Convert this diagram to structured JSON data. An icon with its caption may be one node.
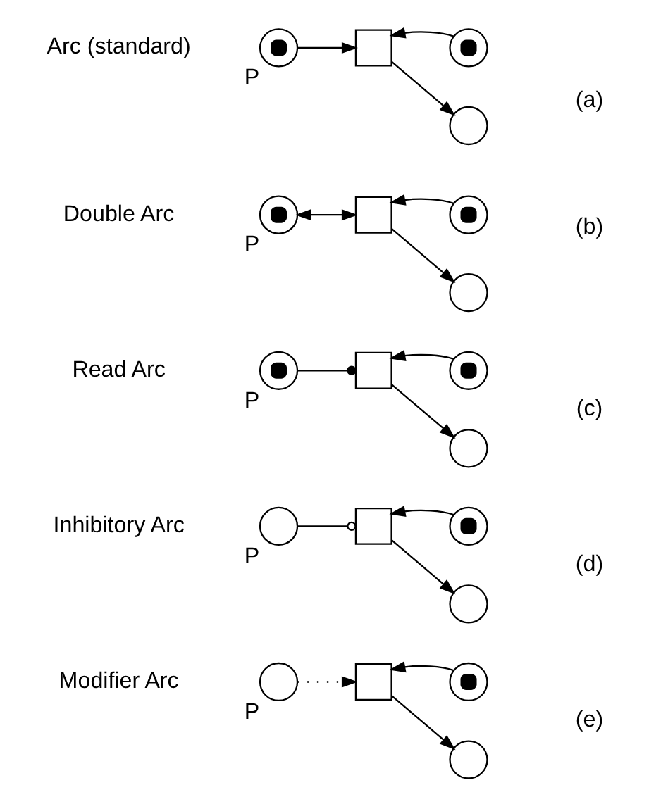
{
  "diagram": {
    "nodes": [
      {
        "text": [],
        "shape": "marked-circle",
        "beside": [
          "P"
        ]
      },
      {
        "text": [],
        "shape": "box"
      },
      {
        "text": [],
        "shape": "marked-circle"
      },
      {
        "text": [],
        "shape": "circle"
      },
      {
        "text": [],
        "shape": "marked-circle",
        "beside": [
          "P"
        ]
      },
      {
        "text": [],
        "shape": "box"
      },
      {
        "text": [],
        "shape": "marked-circle"
      },
      {
        "text": [],
        "shape": "circle"
      },
      {
        "text": [],
        "shape": "marked-circle",
        "beside": [
          "P"
        ]
      },
      {
        "text": [],
        "shape": "box"
      },
      {
        "text": [],
        "shape": "marked-circle"
      },
      {
        "text": [],
        "shape": "circle"
      },
      {
        "text": [],
        "shape": "circle",
        "beside": [
          "P"
        ]
      },
      {
        "text": [],
        "shape": "box"
      },
      {
        "text": [],
        "shape": "marked-circle"
      },
      {
        "text": [],
        "shape": "circle"
      },
      {
        "text": [],
        "shape": "circle",
        "beside": [
          "P"
        ]
      },
      {
        "text": [],
        "shape": "box"
      },
      {
        "text": [],
        "shape": "marked-circle"
      },
      {
        "text": [],
        "shape": "circle"
      }
    ],
    "edges": [
      {
        "from": 0,
        "to": 1,
        "arrow": "to"
      },
      {
        "from": 2,
        "to": 1,
        "arrow": "to"
      },
      {
        "from": 1,
        "to": 3,
        "arrow": "to"
      },
      {
        "from": 4,
        "to": 5,
        "arrow": "both"
      },
      {
        "from": 6,
        "to": 5,
        "arrow": "to"
      },
      {
        "from": 5,
        "to": 7,
        "arrow": "to"
      },
      {
        "from": 8,
        "to": 9,
        "arrow": "other"
      },
      {
        "from": 10,
        "to": 9,
        "arrow": "to"
      },
      {
        "from": 9,
        "to": 11,
        "arrow": "to"
      },
      {
        "from": 12,
        "to": 13,
        "arrow": "other"
      },
      {
        "from": 14,
        "to": 13,
        "arrow": "to"
      },
      {
        "from": 13,
        "to": 15,
        "arrow": "to"
      },
      {
        "from": 16,
        "to": 17,
        "arrow": "to",
        "style": "dashed"
      },
      {
        "from": 18,
        "to": 17,
        "arrow": "to"
      },
      {
        "from": 17,
        "to": 19,
        "arrow": "to"
      }
    ],
    "labels": [
      "Arc (standard)",
      "(a)",
      "Double Arc",
      "(b)",
      "Read Arc",
      "(c)",
      "Inhibitory Arc",
      "(d)",
      "Modifier Arc",
      "(e)"
    ]
  }
}
